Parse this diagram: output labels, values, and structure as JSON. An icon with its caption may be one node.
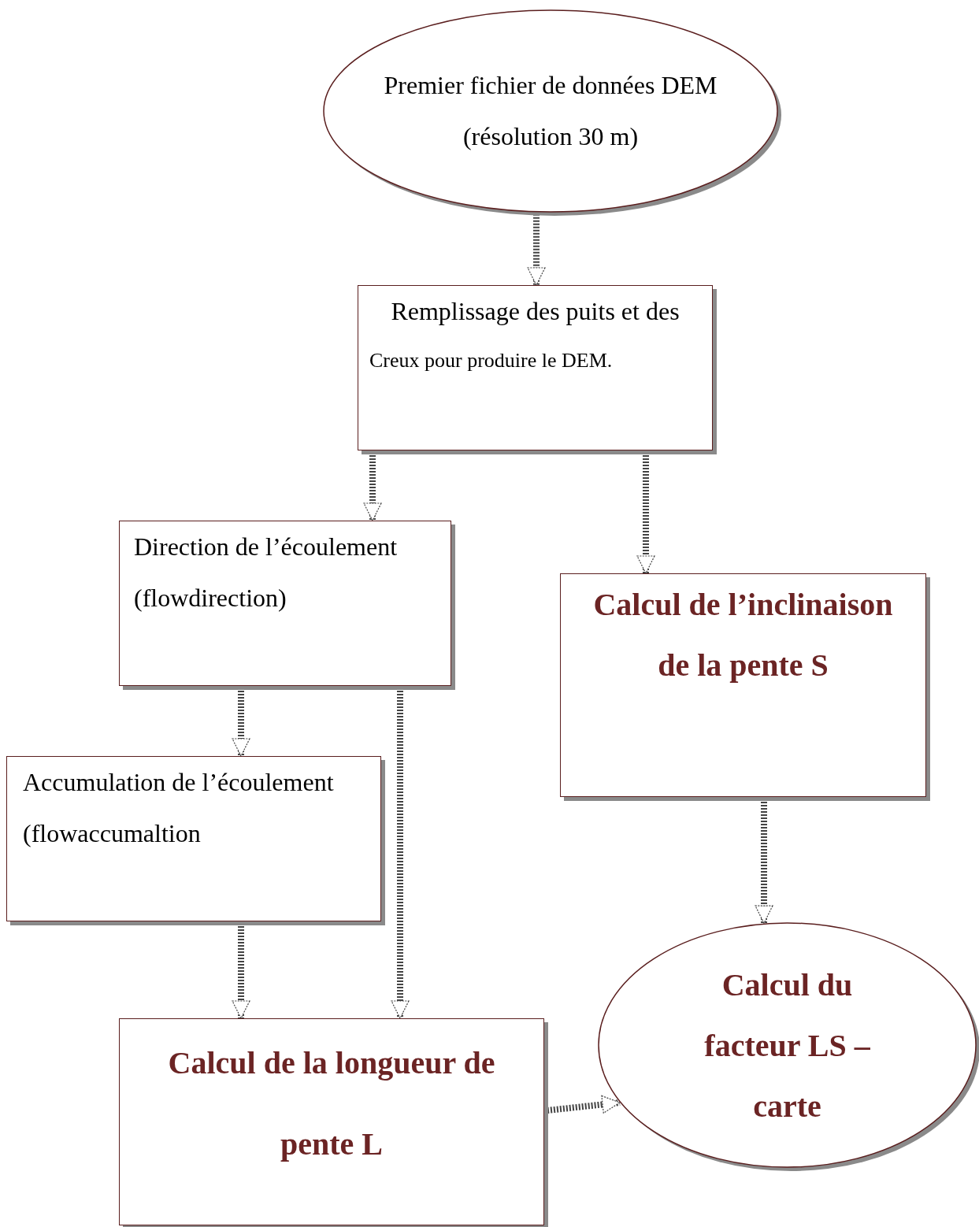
{
  "diagram": {
    "nodes": [
      {
        "text": [
          "Premier fichier de données DEM (résolution 30 m)"
        ]
      },
      {
        "text": [
          "Remplissage des puits et des",
          "Creux pour produire le DEM."
        ]
      },
      {
        "text": [
          "Direction de l’écoulement (flowdirection)"
        ]
      },
      {
        "text": [
          "Calcul de l’inclinaison de la pente S"
        ]
      },
      {
        "text": [
          "Accumulation de l’écoulement (flowaccumaltion"
        ]
      },
      {
        "text": [
          "Calcul de la longueur de pente L"
        ]
      },
      {
        "text": [
          "Calcul du facteur LS – carte"
        ]
      }
    ],
    "edges": [
      {
        "from": 0,
        "to": 1,
        "arrow": "to"
      },
      {
        "from": 1,
        "to": 2,
        "arrow": "to"
      },
      {
        "from": 1,
        "to": 3,
        "arrow": "to"
      },
      {
        "from": 2,
        "to": 4,
        "arrow": "to"
      },
      {
        "from": 2,
        "to": 5,
        "arrow": "to"
      },
      {
        "from": 4,
        "to": 5,
        "arrow": "to"
      },
      {
        "from": 3,
        "to": 6,
        "arrow": "to"
      },
      {
        "from": 5,
        "to": 6,
        "arrow": "to"
      }
    ]
  }
}
